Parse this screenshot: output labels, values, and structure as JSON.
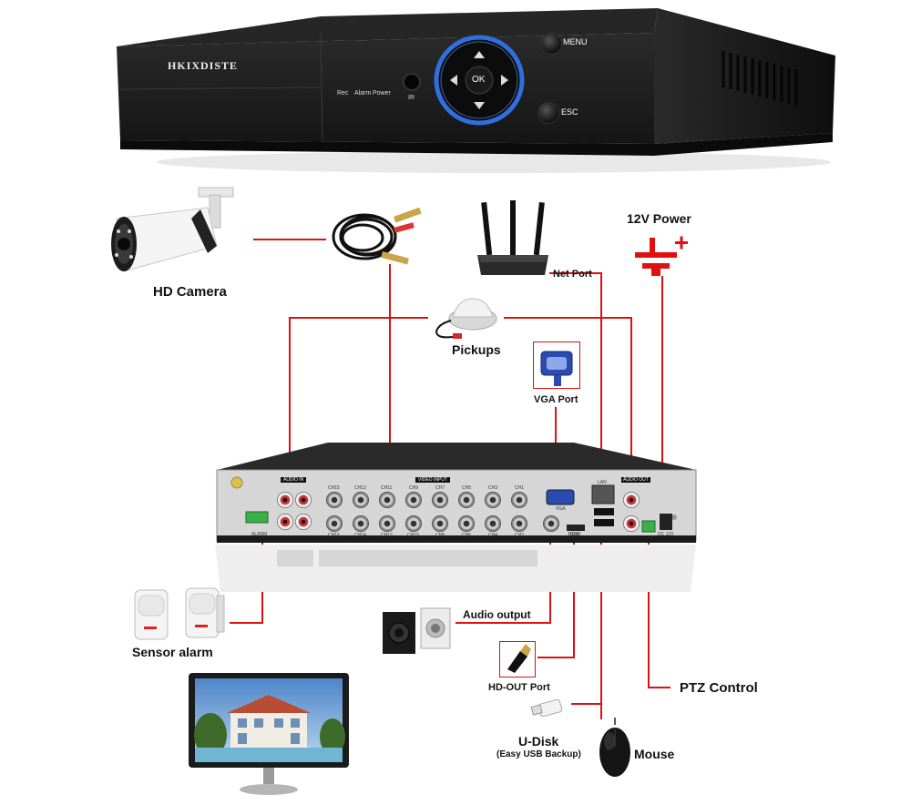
{
  "dvr_front": {
    "brand": "HKIXDISTE",
    "indicators": [
      "Rec",
      "Alarm",
      "Power"
    ],
    "ir_label": "IR",
    "ok_label": "OK",
    "menu_label": "MENU",
    "esc_label": "ESC"
  },
  "labels": {
    "hd_camera": "HD Camera",
    "pickups": "Pickups",
    "net_port": "Net Port",
    "power": "12V Power",
    "vga_port": "VGA Port",
    "sensor_alarm": "Sensor alarm",
    "audio_output": "Audio output",
    "hd_out_port": "HD-OUT Port",
    "ptz_control": "PTZ Control",
    "u_disk": "U-Disk",
    "u_disk_sub": "(Easy USB Backup)",
    "mouse": "Mouse"
  },
  "rear_panel": {
    "audio_in": "AUDIO IN",
    "video_input": "VIDEO INPUT",
    "audio_out": "AUDIO OUT",
    "vga": "VGA",
    "alarm": "ALARM",
    "lan": "LAN",
    "hdmi": "HDMI",
    "dc": "DC 12V",
    "ch_top": [
      "CH15",
      "CH13",
      "CH11",
      "CH9",
      "CH7",
      "CH5",
      "CH3",
      "CH1"
    ],
    "ch_bottom": [
      "CH16",
      "CH14",
      "CH12",
      "CH10",
      "CH8",
      "CH6",
      "CH4",
      "CH2"
    ]
  },
  "colors": {
    "connector": "#e01010",
    "dvr_body": "#1b1b1b",
    "accent_ring": "#2f6fe0"
  }
}
